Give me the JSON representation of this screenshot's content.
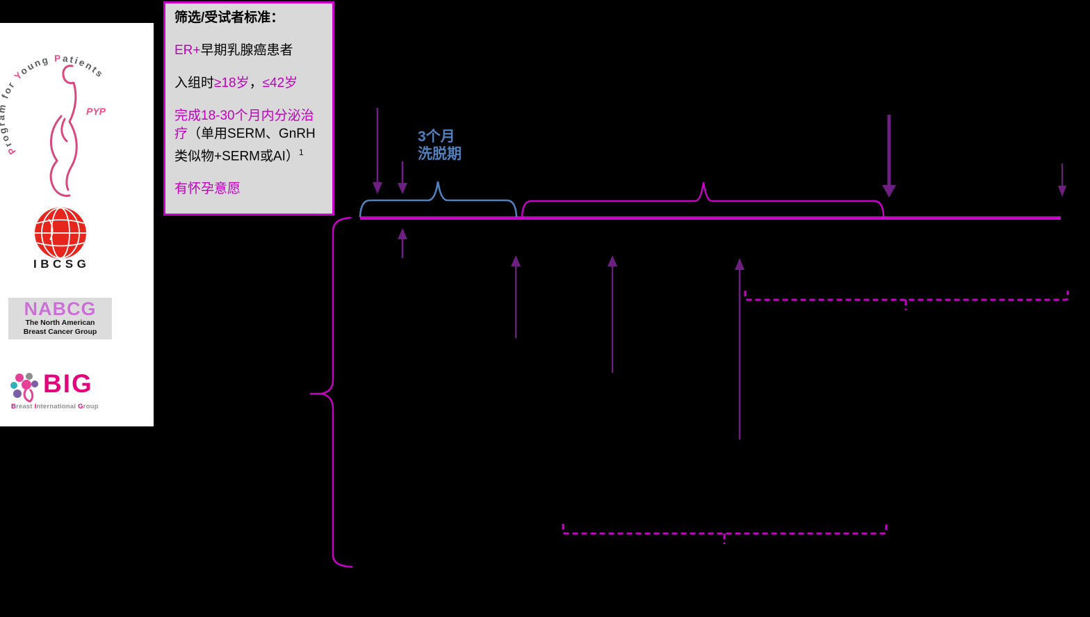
{
  "criteria_box": {
    "title": "筛选/受试者标准：",
    "items": [
      {
        "segments": [
          {
            "text": "ER+",
            "color": "magenta"
          },
          {
            "text": "早期乳腺癌患者",
            "color": "black"
          }
        ]
      },
      {
        "segments": [
          {
            "text": "入组时",
            "color": "black"
          },
          {
            "text": "≥18岁",
            "color": "magenta"
          },
          {
            "text": "，",
            "color": "black"
          },
          {
            "text": "≤42岁",
            "color": "magenta"
          }
        ]
      },
      {
        "segments": [
          {
            "text": "完成18-30个月内分泌治疗",
            "color": "magenta"
          },
          {
            "text": "（单用SERM、GnRH类似物+SERM或AI）",
            "color": "black"
          },
          {
            "text": "1",
            "color": "black",
            "superscript": true
          }
        ]
      },
      {
        "segments": [
          {
            "text": "有怀孕意愿",
            "color": "magenta"
          }
        ]
      }
    ]
  },
  "washout_label": {
    "line1": "3个月",
    "line2": "洗脱期"
  },
  "logos": {
    "pyp": {
      "arc_segments": [
        "P",
        "rogram for ",
        "Y",
        "oung ",
        "P",
        "atients"
      ],
      "abbr": "PYP"
    },
    "ibcsg": {
      "text": "IBCSG"
    },
    "nabcg": {
      "title": "NABCG",
      "subtitle1": "The North American",
      "subtitle2": "Breast Cancer Group"
    },
    "big": {
      "title": "BIG",
      "subtitle_segments": [
        "B",
        "reast ",
        "I",
        "nternational ",
        "G",
        "roup"
      ]
    }
  },
  "colors": {
    "shape_magenta": "#CB00CB",
    "arrow_purple": "#6E2082",
    "washout_blue": "#4E81BE",
    "text_magenta": "#BF00BF",
    "criteria_box_gray": "#D9D9D9",
    "pyp_pink": "#D8487E",
    "ibcsg_red": "#E6251C",
    "nabcg_violet": "#C96FD6",
    "big_magenta": "#E5007D"
  }
}
